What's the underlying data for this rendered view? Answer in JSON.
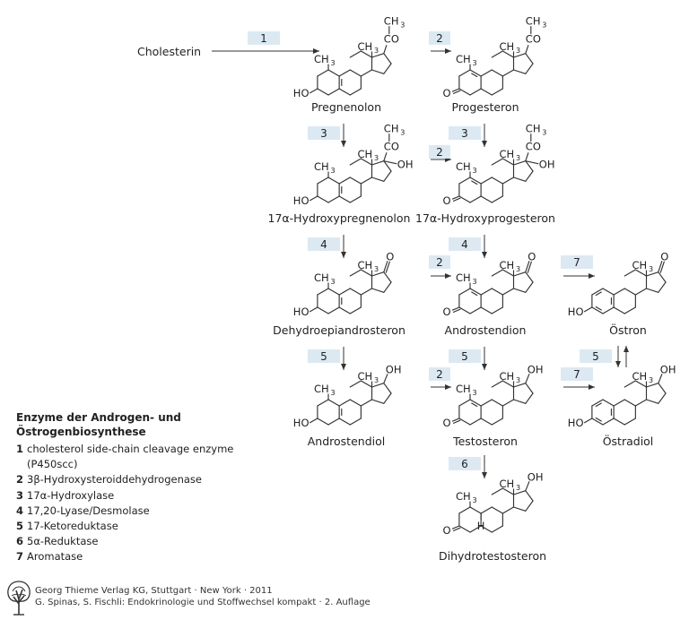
{
  "start": "Cholesterin",
  "molecules": {
    "pregnenolon": "Pregnenolon",
    "progesteron": "Progesteron",
    "hydroxypregnenolon": "17α-Hydroxypregnenolon",
    "hydroxyprogesteron": "17α-Hydroxyprogesteron",
    "dhea": "Dehydroepiandrosteron",
    "androstendion": "Androstendion",
    "oestron": "Östron",
    "androstendiol": "Androstendiol",
    "testosteron": "Testosteron",
    "oestradiol": "Östradiol",
    "dht": "Dihydrotestosteron"
  },
  "atoms": {
    "ch": "CH",
    "three": "3",
    "co": "CO",
    "o": "O",
    "oh": "OH",
    "ho": "HO",
    "h": "H"
  },
  "legend": {
    "title": "Enzyme der Androgen- und Östrogenbiosynthese",
    "items": [
      {
        "num": "1",
        "text": "cholesterol side-chain cleavage enzyme (P450scc)"
      },
      {
        "num": "2",
        "text": "3β-Hydroxysteroiddehydrogenase"
      },
      {
        "num": "3",
        "text": "17α-Hydroxylase"
      },
      {
        "num": "4",
        "text": "17,20-Lyase/Desmolase"
      },
      {
        "num": "5",
        "text": "17-Ketoreduktase"
      },
      {
        "num": "6",
        "text": "5α-Reduktase"
      },
      {
        "num": "7",
        "text": "Aromatase"
      }
    ]
  },
  "footer": {
    "line1": "Georg Thieme Verlag KG, Stuttgart · New York · 2011",
    "line2": "G. Spinas, S. Fischli: Endokrinologie und Stoffwechsel kompakt · 2. Auflage"
  },
  "colors": {
    "enzyme_box": "#dce9f3",
    "line": "#333333"
  }
}
